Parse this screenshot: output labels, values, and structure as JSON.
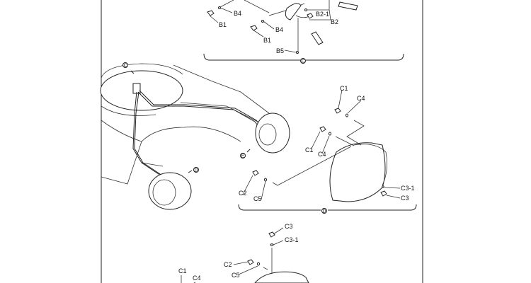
{
  "diagram": {
    "section_c": {
      "reference": "C",
      "labels": [
        "B4",
        "B1",
        "B4",
        "B1",
        "B5",
        "B2-1",
        "B2"
      ]
    },
    "main_view": {
      "callouts": [
        "C",
        "E",
        "D"
      ]
    },
    "section_d": {
      "reference": "D",
      "labels": [
        "C1",
        "C4",
        "C1",
        "C4",
        "C2",
        "C5",
        "C3-1",
        "C3"
      ]
    },
    "section_e": {
      "labels": [
        "C3",
        "C3-1",
        "C2",
        "C5",
        "C1",
        "C4"
      ]
    }
  }
}
